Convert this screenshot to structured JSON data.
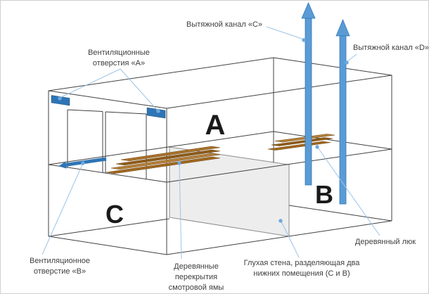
{
  "diagram": {
    "description_language": "ru",
    "letters": {
      "upper_room": "A",
      "lower_right_room": "B",
      "lower_left_room": "C"
    },
    "labels": {
      "vents_a": {
        "lines": [
          "Вентиляционные",
          "отверстия «А»"
        ]
      },
      "duct_c": {
        "text": "Вытяжной канал «С»"
      },
      "duct_d": {
        "text": "Вытяжной канал «D»"
      },
      "vent_b": {
        "lines": [
          "Вентиляционное",
          "отверстие «В»"
        ]
      },
      "pit_planks": {
        "lines": [
          "Деревянные",
          "перекрытия",
          "смотровой ямы"
        ]
      },
      "blind_wall": {
        "lines": [
          "Глухая стена, разделяющая два",
          "нижних помещения (С и В)"
        ]
      },
      "hatch": {
        "text": "Деревянный люк"
      }
    },
    "colors": {
      "duct_blue": "#5b9bd5",
      "vent_blue": "#2e75b6",
      "pointer_blue": "#9dc3e6",
      "dot_blue": "#6fa8dc",
      "wireframe": "#404040",
      "wall_gray_fill": "#ececec",
      "wood_dark": "#8f5c1a",
      "wood_light": "#b5813c",
      "label_text": "#3f3f3f"
    }
  }
}
